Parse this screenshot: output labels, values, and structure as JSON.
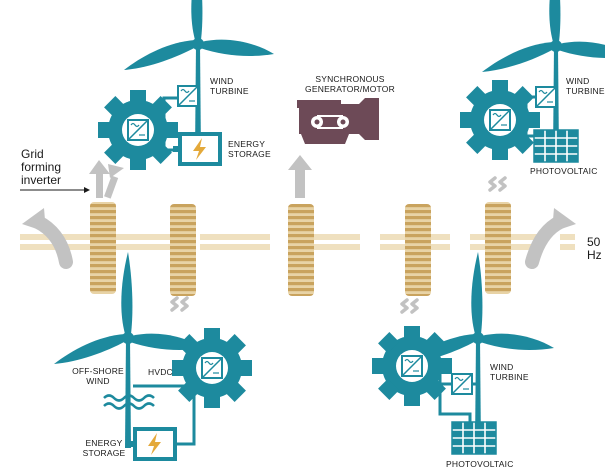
{
  "labels": {
    "wind_turbine_top_left": [
      "WIND",
      "TURBINE"
    ],
    "energy_storage_top": [
      "ENERGY",
      "STORAGE"
    ],
    "synchronous": [
      "SYNCHRONOUS",
      "GENERATOR/MOTOR"
    ],
    "wind_turbine_top_right": [
      "WIND",
      "TURBINE"
    ],
    "photovoltaic_top": "PHOTOVOLTAIC",
    "grid_forming": [
      "Grid",
      "forming",
      "inverter"
    ],
    "frequency": [
      "50",
      "Hz"
    ],
    "offshore": [
      "OFF-SHORE",
      "WIND"
    ],
    "hvdc": "HVDC",
    "energy_storage_bottom": [
      "ENERGY",
      "STORAGE"
    ],
    "wind_turbine_bottom": [
      "WIND",
      "TURBINE"
    ],
    "photovoltaic_bottom": "PHOTOVOLTAIC"
  },
  "colors": {
    "teal": "#1d8a9e",
    "brown": "#c9a35e",
    "brown_light": "#efe0bf",
    "gray": "#c2c2c2",
    "motor": "#6d4a57"
  }
}
